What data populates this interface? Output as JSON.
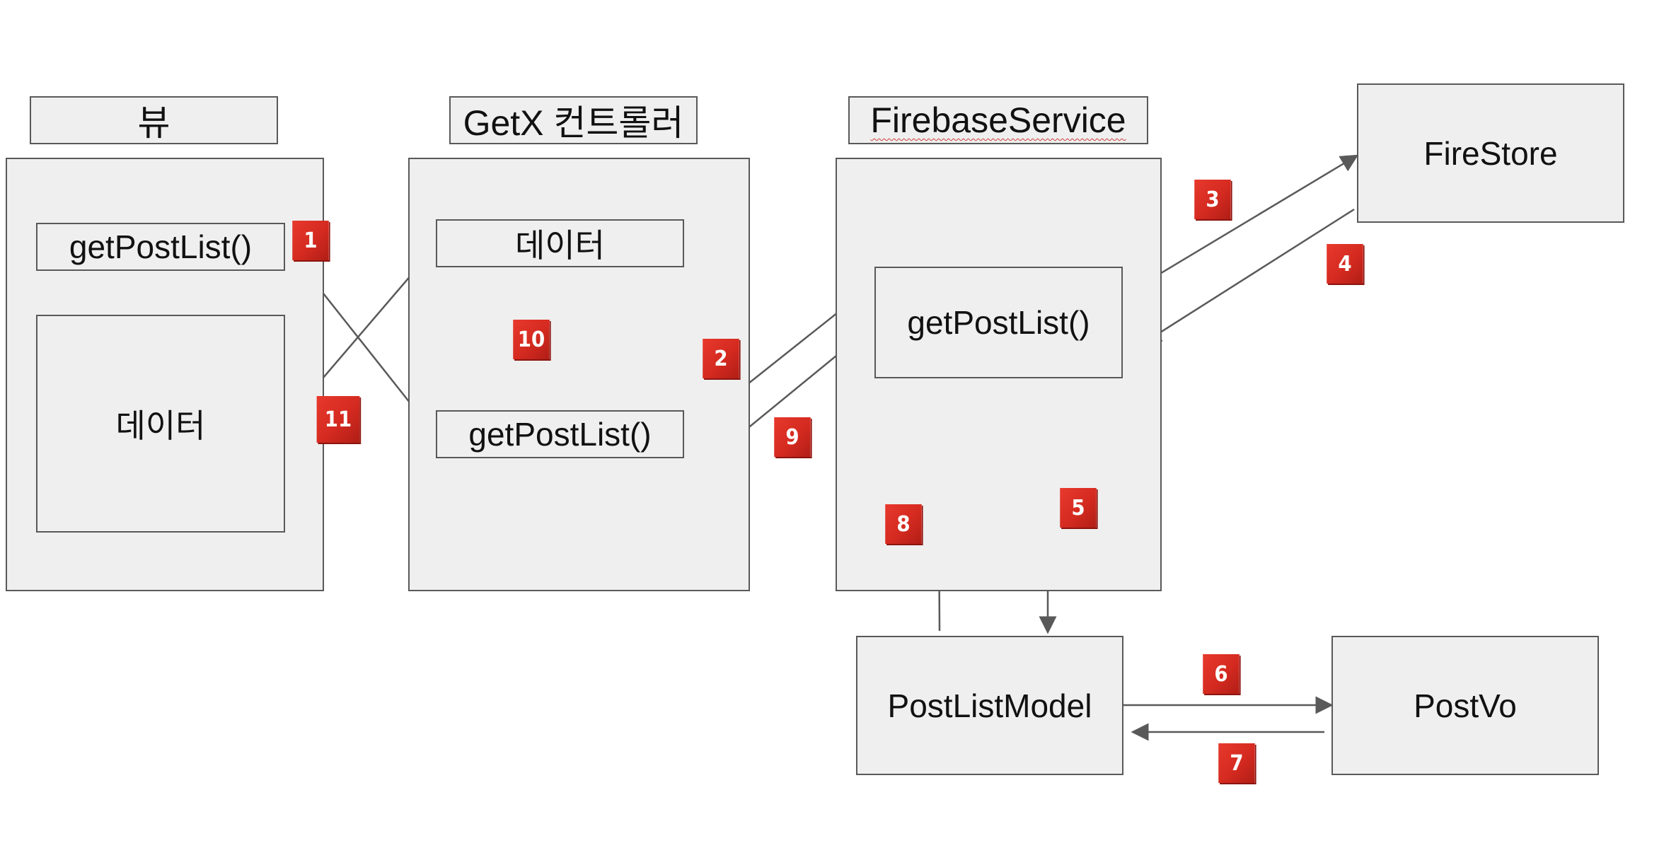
{
  "headers": {
    "view": "뷰",
    "controller": "GetX 컨트롤러",
    "service": "FirebaseService"
  },
  "nodes": {
    "view_get_post_list": "getPostList()",
    "view_data": "데이터",
    "controller_data": "데이터",
    "controller_get_post_list": "getPostList()",
    "service_get_post_list": "getPostList()",
    "firestore": "FireStore",
    "post_list_model": "PostListModel",
    "post_vo": "PostVo"
  },
  "steps": [
    "1",
    "2",
    "3",
    "4",
    "5",
    "6",
    "7",
    "8",
    "9",
    "10",
    "11"
  ],
  "colors": {
    "box_fill": "#efefef",
    "box_stroke": "#595959",
    "arrow": "#595959",
    "badge": "#d42a20"
  }
}
